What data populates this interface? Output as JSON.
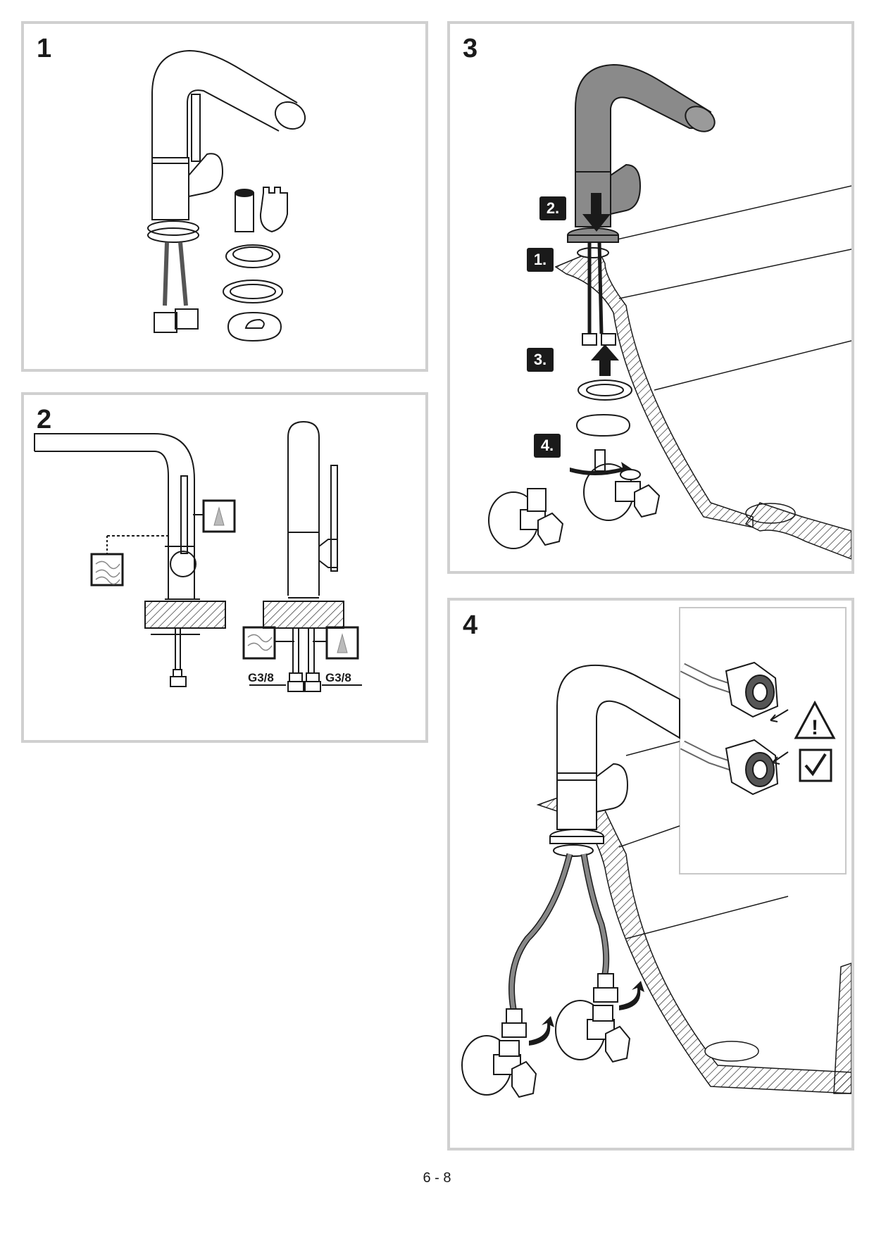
{
  "panels": [
    {
      "step": "1"
    },
    {
      "step": "2",
      "thread_left": "G3/8",
      "thread_right": "G3/8"
    },
    {
      "step": "3",
      "badges": [
        "2.",
        "1.",
        "3.",
        "4."
      ]
    },
    {
      "step": "4"
    }
  ],
  "footer": {
    "page": "6 - 8"
  },
  "colors": {
    "line": "#1a1a1a",
    "grey": "#8a8a8a",
    "frame": "#d0d0d0"
  },
  "icons": [
    "faucet-icon",
    "hot-water-icon",
    "cold-water-icon",
    "warning-icon",
    "check-icon",
    "arrow-icon"
  ]
}
